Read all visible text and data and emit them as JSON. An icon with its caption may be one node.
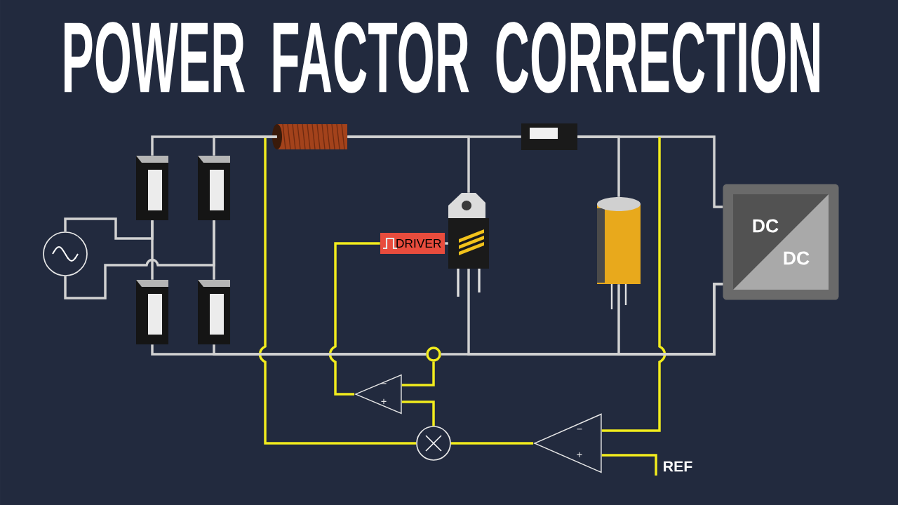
{
  "diagram": {
    "title": "POWER FACTOR CORRECTION",
    "nodes": [
      {
        "text": [],
        "shape": "circle"
      },
      {
        "text": [],
        "shape": "picture"
      },
      {
        "text": [],
        "shape": "picture"
      },
      {
        "text": [],
        "shape": "picture"
      },
      {
        "text": [],
        "shape": "picture"
      },
      {
        "text": [],
        "shape": "picture"
      },
      {
        "text": [],
        "shape": "picture"
      },
      {
        "text": [
          "DRIVER"
        ]
      },
      {
        "text": [],
        "shape": "picture"
      },
      {
        "text": [],
        "shape": "picture"
      },
      {
        "text": [
          "DC",
          "DC"
        ]
      },
      {
        "text": [],
        "shape": "triangle"
      },
      {
        "text": [],
        "shape": "circle"
      },
      {
        "text": [],
        "shape": "triangle"
      },
      {
        "text": [
          "REF"
        ]
      },
      {
        "text": [],
        "shape": "circle"
      }
    ],
    "edges": [
      {
        "from": 0,
        "to": 1,
        "arrow": "none"
      },
      {
        "from": 0,
        "to": 2,
        "arrow": "none"
      },
      {
        "from": 1,
        "to": 5,
        "arrow": "none"
      },
      {
        "from": 5,
        "to": 6,
        "arrow": "none"
      },
      {
        "from": 6,
        "to": 10,
        "arrow": "none"
      },
      {
        "from": 3,
        "to": 15,
        "arrow": "none"
      },
      {
        "from": 7,
        "to": 8,
        "arrow": "none"
      },
      {
        "from": 11,
        "to": 7,
        "arrow": "none",
        "color": "#f2ec1d"
      },
      {
        "from": 12,
        "to": 11,
        "arrow": "none",
        "color": "#f2ec1d"
      },
      {
        "from": 13,
        "to": 12,
        "arrow": "none",
        "color": "#f2ec1d"
      },
      {
        "from": 14,
        "to": 13,
        "arrow": "none",
        "color": "#f2ec1d"
      },
      {
        "from": 5,
        "to": 12,
        "arrow": "none",
        "color": "#f2ec1d"
      },
      {
        "from": null,
        "to": 13,
        "arrow": "none",
        "color": "#f2ec1d"
      },
      {
        "from": 15,
        "to": 11,
        "arrow": "none",
        "color": "#f2ec1d"
      },
      {
        "from": 1,
        "to": 3,
        "arrow": "none"
      },
      {
        "from": 2,
        "to": 4,
        "arrow": "none"
      },
      {
        "from": 2,
        "to": 5,
        "arrow": "none"
      },
      {
        "from": 5,
        "to": 8,
        "arrow": "none"
      },
      {
        "from": 6,
        "to": 9,
        "arrow": "none"
      },
      {
        "from": 4,
        "to": 15,
        "arrow": "none"
      },
      {
        "from": 8,
        "to": 10,
        "arrow": "none"
      },
      {
        "from": 9,
        "to": 10,
        "arrow": "none"
      },
      {
        "from": 15,
        "to": 10,
        "arrow": "none"
      }
    ],
    "labels": [
      "−",
      "+",
      "−",
      "+"
    ]
  }
}
